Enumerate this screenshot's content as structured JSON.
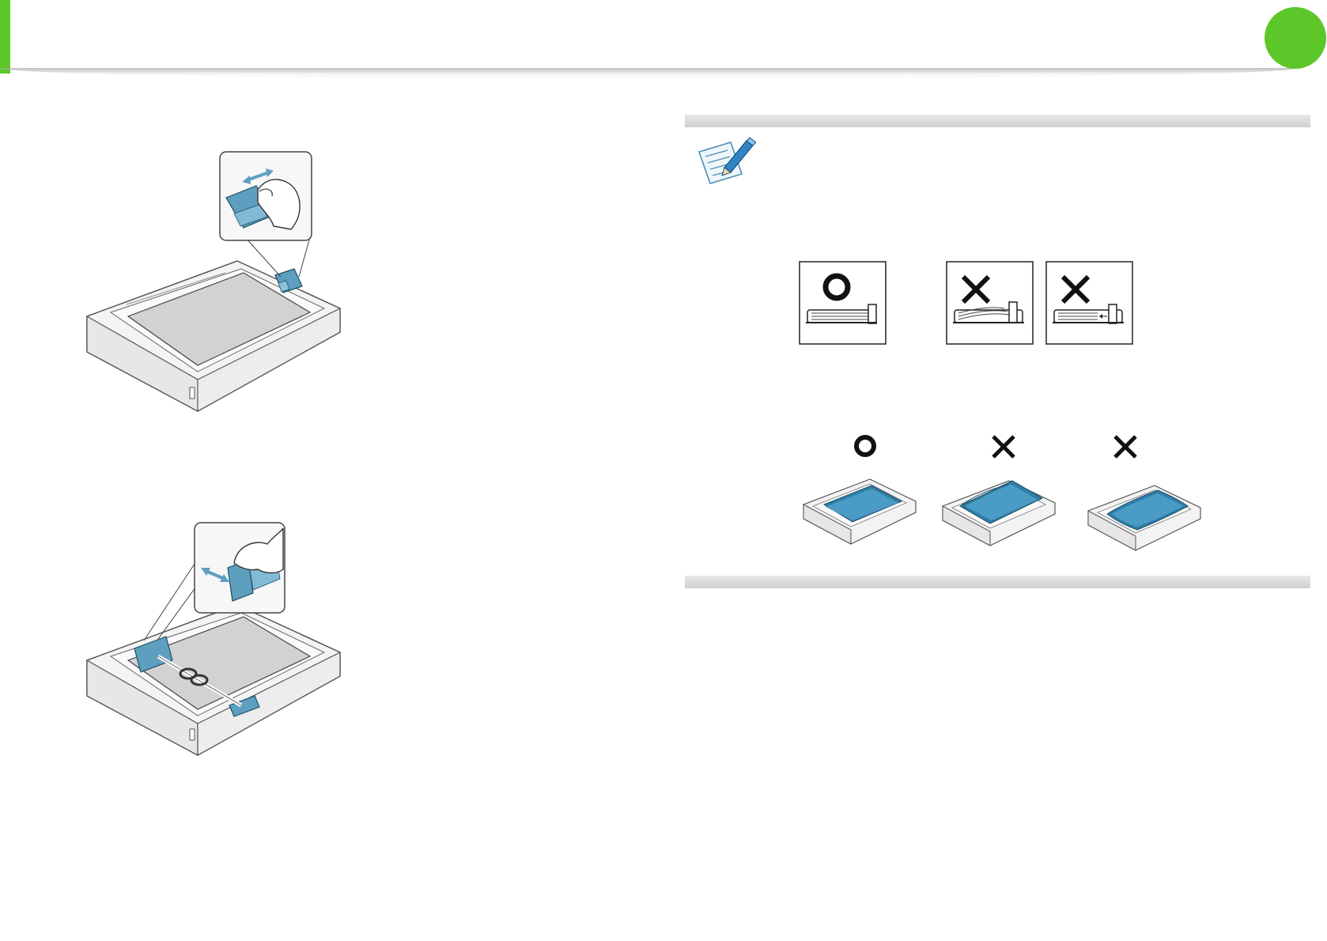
{
  "page": {
    "accent_color": "#5cc72b",
    "chapter_marker_color": "#5dc629",
    "note_band_color": "#d6d6d6"
  },
  "figures": {
    "tray_length_guide": {
      "icon": "paper-tray-length-guide-illustration"
    },
    "tray_width_guide": {
      "icon": "paper-tray-width-guide-illustration"
    },
    "note": {
      "icon": "note-pencil-icon"
    },
    "guide_examples": [
      {
        "mark": "correct",
        "icon": "circle-mark-icon"
      },
      {
        "mark": "incorrect",
        "icon": "cross-mark-icon"
      },
      {
        "mark": "incorrect",
        "icon": "cross-mark-icon"
      }
    ],
    "tray_examples": [
      {
        "mark": "correct",
        "icon": "circle-mark-icon"
      },
      {
        "mark": "incorrect",
        "icon": "cross-mark-icon"
      },
      {
        "mark": "incorrect",
        "icon": "cross-mark-icon"
      }
    ]
  }
}
